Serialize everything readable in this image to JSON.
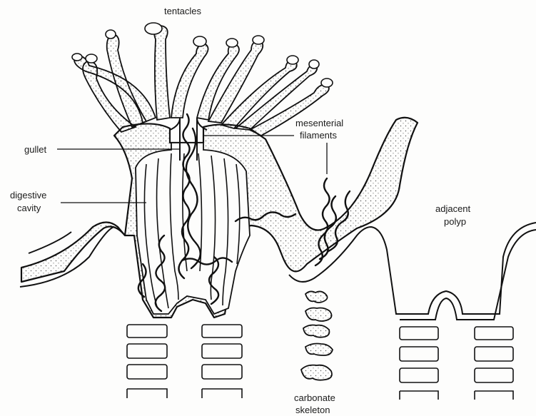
{
  "labels": {
    "tentacles": "tentacles",
    "gullet": "gullet",
    "digestive_line1": "digestive",
    "digestive_line2": "cavity",
    "mesenterial_line1": "mesenterial",
    "mesenterial_line2": "filaments",
    "adjacent_line1": "adjacent",
    "adjacent_line2": "polyp",
    "carbonate_line1": "carbonate",
    "carbonate_line2": "skeleton"
  },
  "colors": {
    "ink": "#111111",
    "stipple": "#555555",
    "background": "#fdfdfc"
  }
}
